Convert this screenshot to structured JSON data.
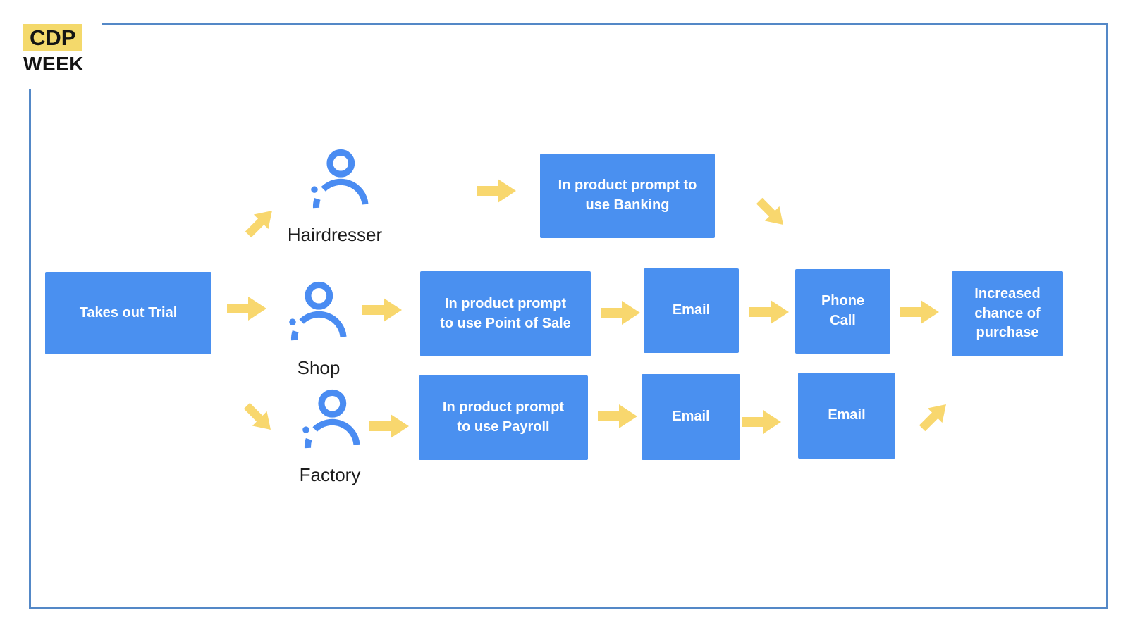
{
  "logo": {
    "top": "CDP",
    "bottom": "WEEK"
  },
  "colors": {
    "box_blue": "#4a90f0",
    "icon_blue": "#4a8cf2",
    "arrow_yellow": "#f8d76e",
    "logo_yellow": "#f4d96b",
    "border_blue": "#5488c7",
    "text_dark": "#1c1c1c"
  },
  "nodes": {
    "trial": "Takes out Trial",
    "banking": "In product prompt to use Banking",
    "point_of_sale": "In product prompt to use Point of Sale",
    "payroll": "In product prompt to use Payroll",
    "email_middle": "Email",
    "phone_call": "Phone Call",
    "increased_purchase": "Increased chance of purchase",
    "email_bottom_1": "Email",
    "email_bottom_2": "Email"
  },
  "personas": {
    "hairdresser": "Hairdresser",
    "shop": "Shop",
    "factory": "Factory"
  }
}
